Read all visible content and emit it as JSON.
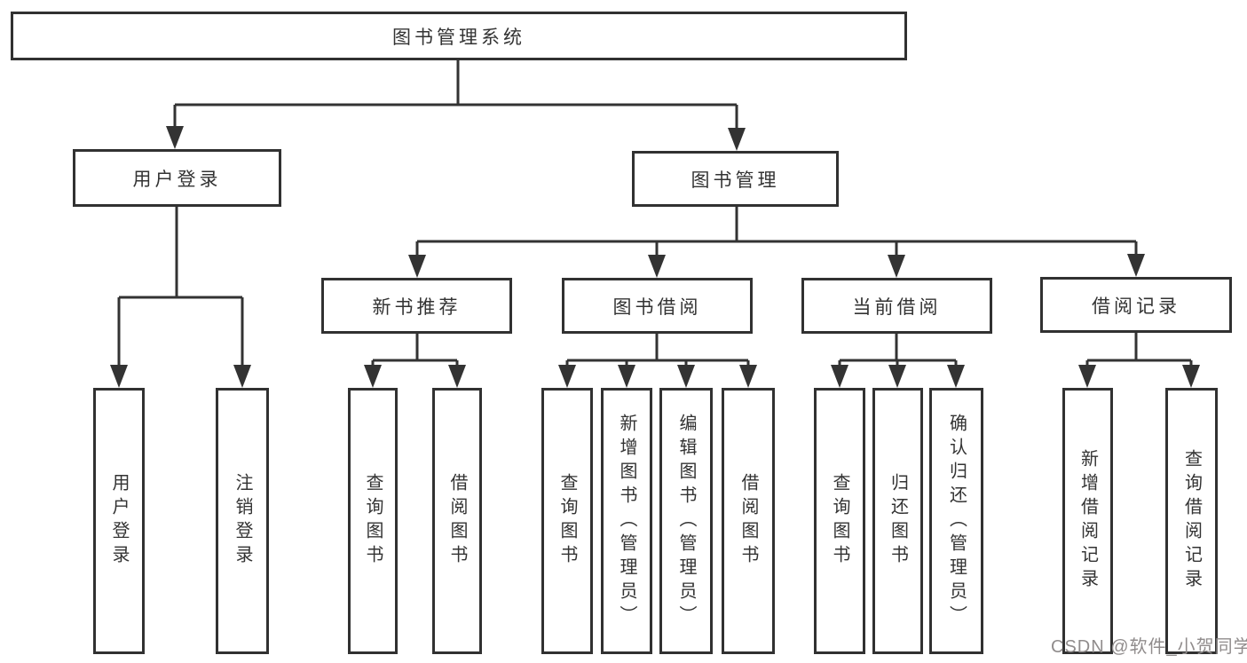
{
  "colors": {
    "background": "#ffffff",
    "line": "#333333",
    "node_border": "#313131",
    "node_text": "#333333",
    "watermark": "#908c8c"
  },
  "watermark": {
    "text": "CSDN @软件_小贺同学"
  },
  "tree": {
    "root": {
      "label": "图书管理系统"
    },
    "user": {
      "label": "用户登录",
      "children": [
        {
          "label": "用户登录"
        },
        {
          "label": "注销登录"
        }
      ]
    },
    "management": {
      "label": "图书管理",
      "sections": [
        {
          "label": "新书推荐",
          "children": [
            {
              "label": "查询图书"
            },
            {
              "label": "借阅图书"
            }
          ]
        },
        {
          "label": "图书借阅",
          "children": [
            {
              "label": "查询图书"
            },
            {
              "label": "新增图书（管理员）"
            },
            {
              "label": "编辑图书（管理员）"
            },
            {
              "label": "借阅图书"
            }
          ]
        },
        {
          "label": "当前借阅",
          "children": [
            {
              "label": "查询图书"
            },
            {
              "label": "归还图书"
            },
            {
              "label": "确认归还（管理员）"
            }
          ]
        },
        {
          "label": "借阅记录",
          "children": [
            {
              "label": "新增借阅记录"
            },
            {
              "label": "查询借阅记录"
            }
          ]
        }
      ]
    }
  }
}
